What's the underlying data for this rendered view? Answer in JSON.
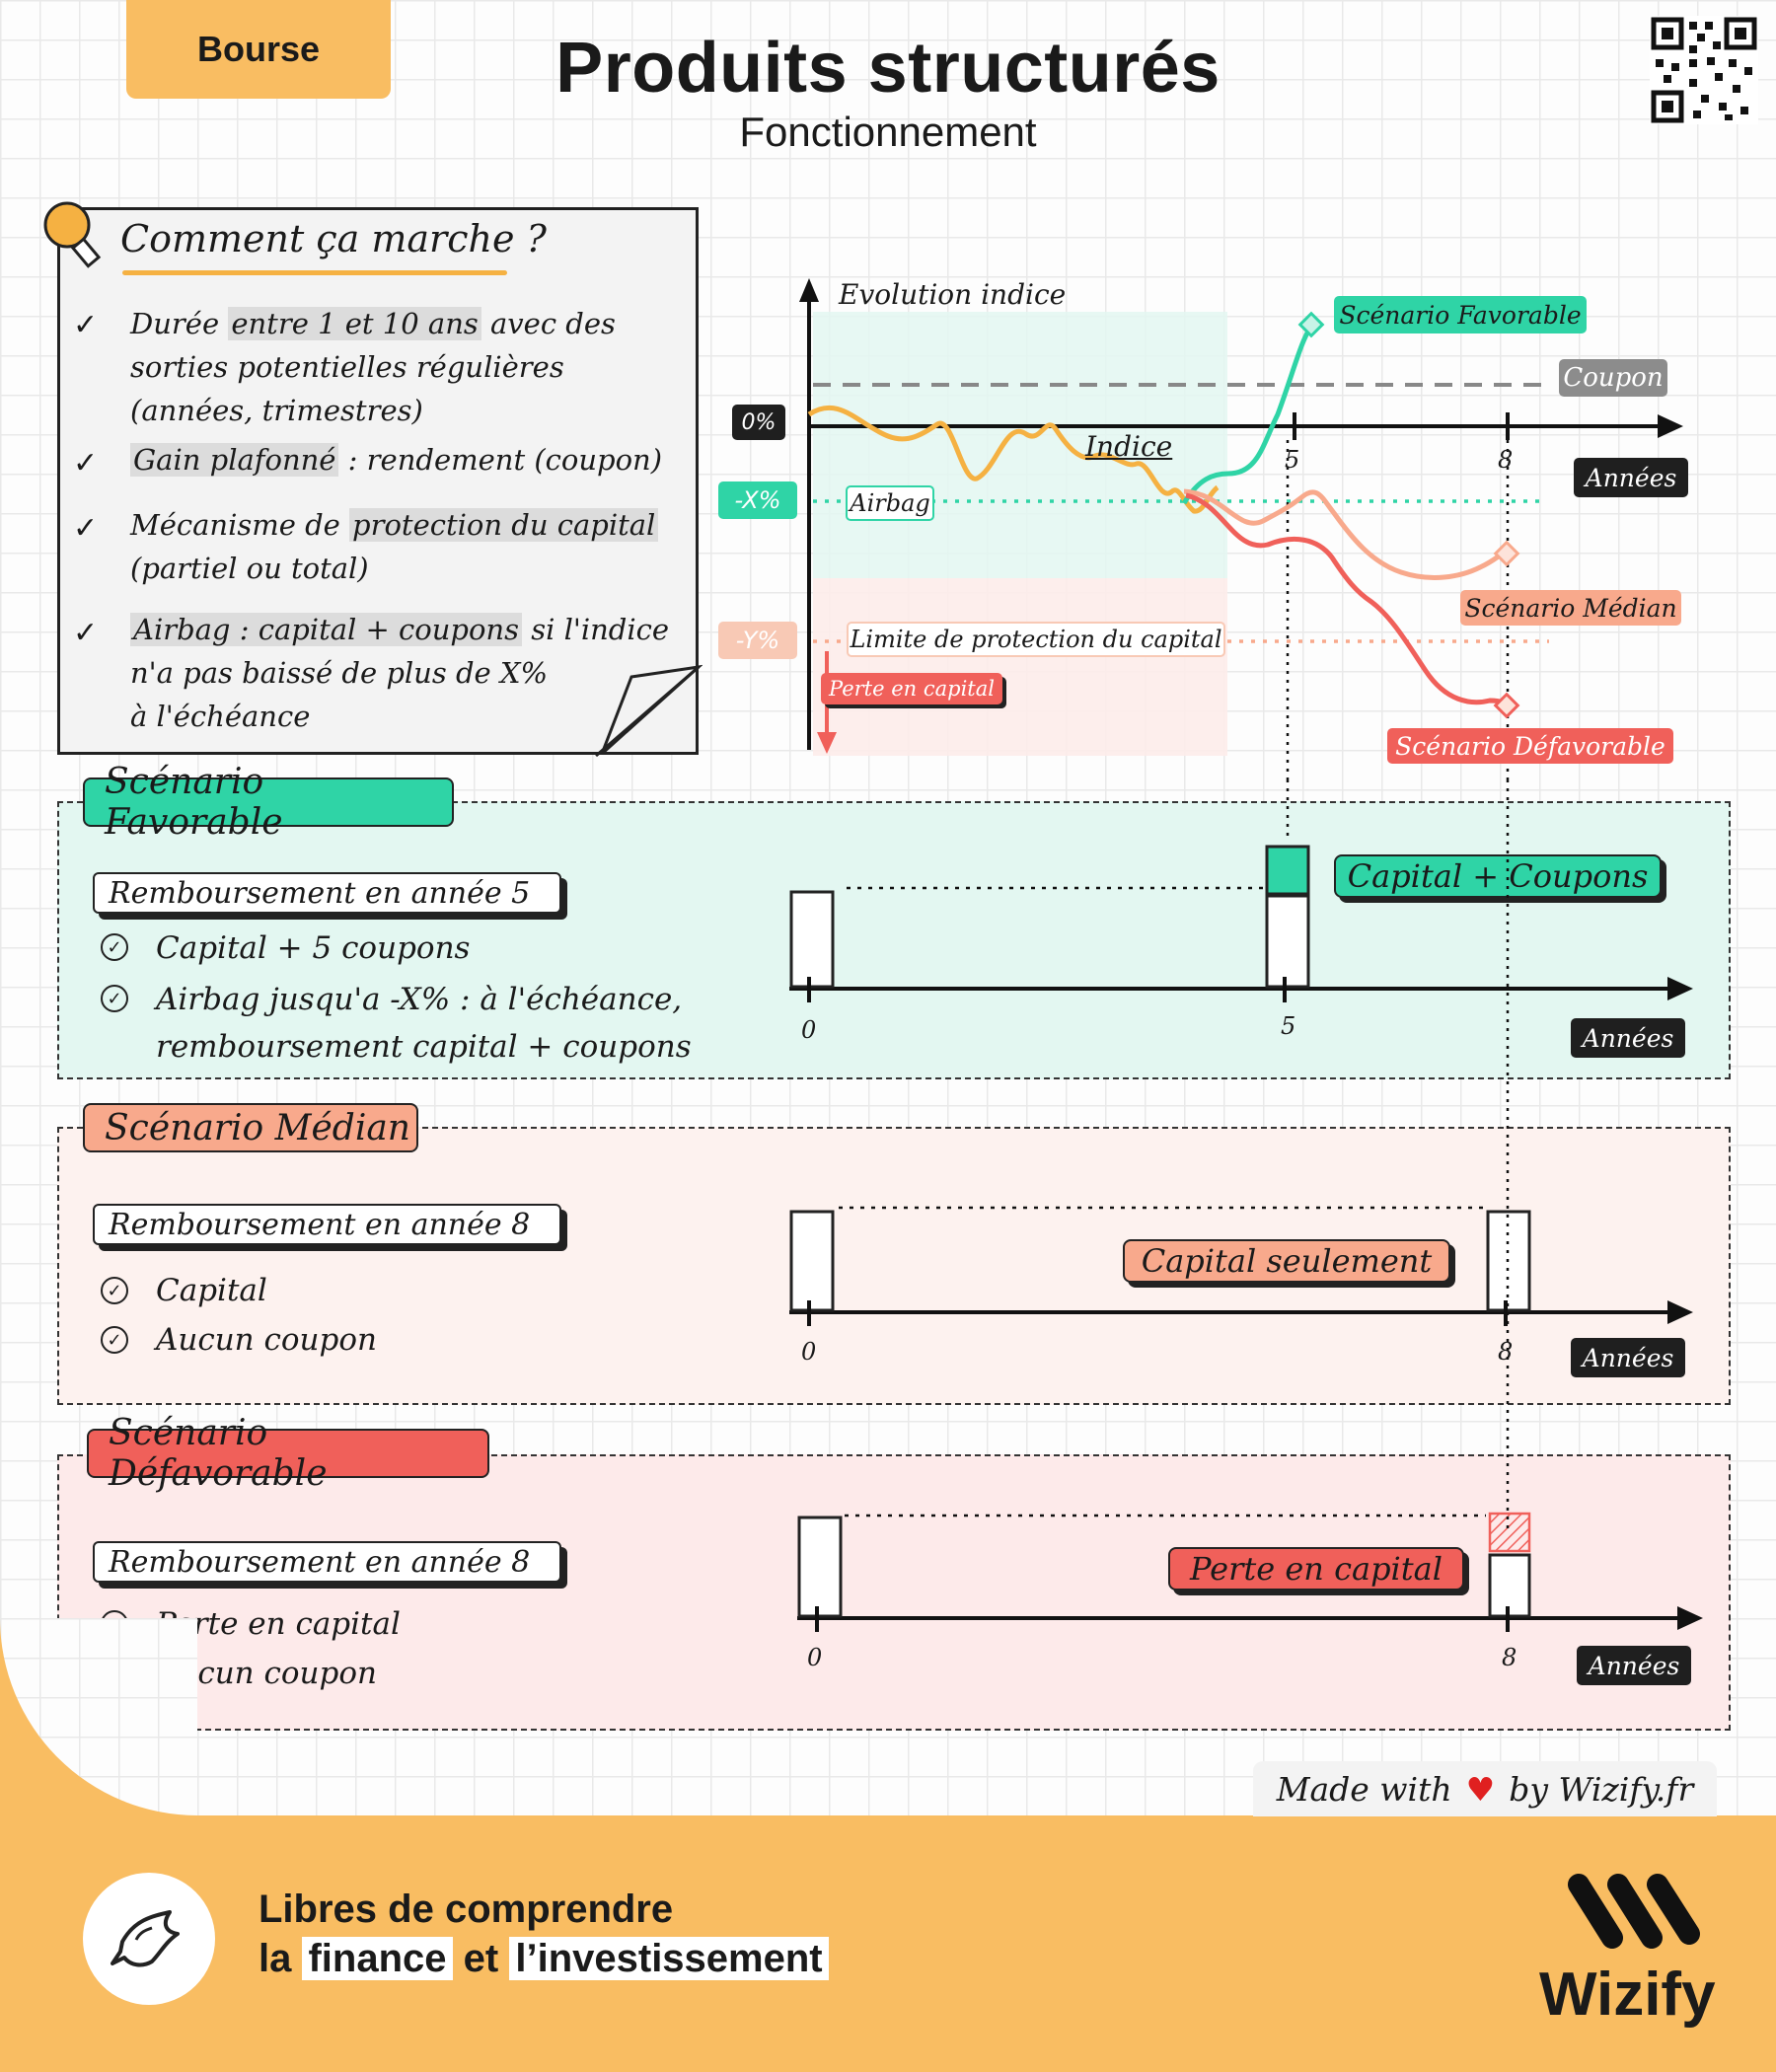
{
  "header": {
    "tag": "Bourse",
    "title": "Produits structurés",
    "subtitle": "Fonctionnement"
  },
  "note": {
    "title": "Comment ça marche ?",
    "items": [
      {
        "pre": "Durée ",
        "hl": "entre 1 et 10 ans",
        "post": " avec  des",
        "l2": "sorties potentielles régulières",
        "l3": "(années, trimestres)"
      },
      {
        "pre": "",
        "hl": "Gain plafonné",
        "post": " : rendement (coupon)"
      },
      {
        "pre": "Mécanisme de ",
        "hl": "protection du capital",
        "post": "",
        "l2": "(partiel ou total)"
      },
      {
        "pre": "",
        "hl": "Airbag : capital + coupons",
        "post": " si l'indice",
        "l2": "n'a pas baissé de plus de X%",
        "l3": "à l'échéance"
      }
    ]
  },
  "chart": {
    "ylabel": "Evolution indice",
    "xlabel": "Années",
    "zero_label": "0%",
    "x_label": "-X%",
    "y_label": "-Y%",
    "tick5": "5",
    "tick8": "8",
    "coupon": "Coupon",
    "airbag": "Airbag",
    "indice": "Indice",
    "limite": "Limite de protection du capital",
    "perte": "Perte en capital",
    "scen_fav": "Scénario Favorable",
    "scen_med": "Scénario Médian",
    "scen_def": "Scénario Défavorable"
  },
  "scenarios": [
    {
      "name": "Scénario Favorable",
      "remb": "Remboursement en année 5",
      "bullets": [
        "Capital + 5 coupons",
        "Airbag jusqu'a -X% : à l'échéance,",
        "remboursement capital + coupons"
      ],
      "result": "Capital + Coupons",
      "t0": "0",
      "t1": "5",
      "xlabel": "Années"
    },
    {
      "name": "Scénario Médian",
      "remb": "Remboursement en année 8",
      "bullets": [
        "Capital",
        "Aucun coupon"
      ],
      "result": "Capital seulement",
      "t0": "0",
      "t1": "8",
      "xlabel": "Années"
    },
    {
      "name": "Scénario Défavorable",
      "remb": "Remboursement en année 8",
      "bullets": [
        "Perte en capital",
        "Aucun coupon"
      ],
      "result": "Perte en capital",
      "t0": "0",
      "t1": "8",
      "xlabel": "Années"
    }
  ],
  "footer": {
    "made": "Made with",
    "by": "by Wizify.fr",
    "slogan_l1": "Libres de comprendre",
    "slogan_la": "la",
    "slogan_fin": "finance",
    "slogan_et": "et",
    "slogan_inv": "l’investissement",
    "brand": "Wizify"
  },
  "colors": {
    "accent": "#f9bd62",
    "green": "#2fd4a6",
    "salmon": "#f8a98c",
    "red": "#f0605a",
    "orange": "#f5b142"
  }
}
